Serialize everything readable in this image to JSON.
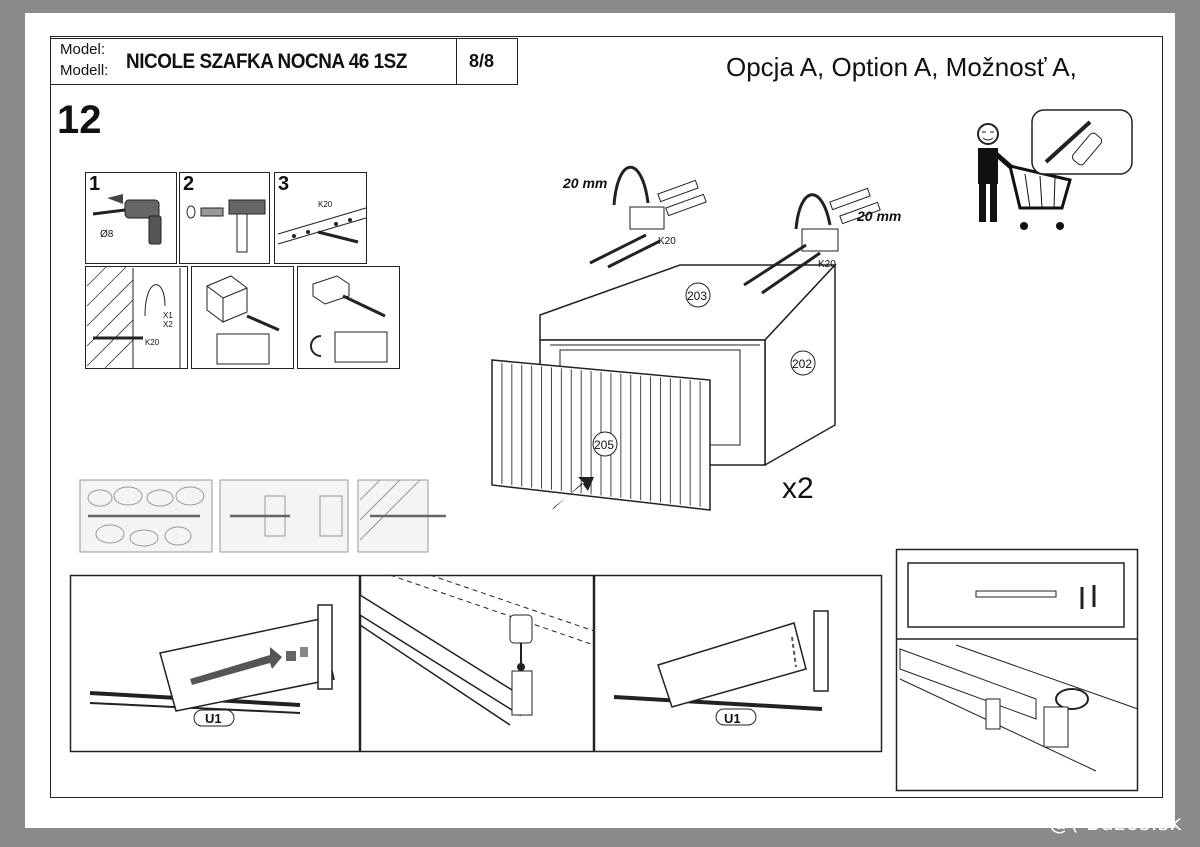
{
  "header": {
    "model_label_1": "Model:",
    "model_label_2": "Modell:",
    "product_name": "NICOLE SZAFKA NOCNA 46 1SZ",
    "page": "8/8",
    "option_text": "Opcja A, Option A, Možnosť A,"
  },
  "step_number": "12",
  "substeps": {
    "s1": "1",
    "s2": "2",
    "s3": "3"
  },
  "labels": {
    "drill_size": "Ø8",
    "k20": "K20",
    "x1": "X1",
    "x2": "X2",
    "dist_20mm": "20 mm",
    "part_203": "203",
    "part_202": "202",
    "part_205": "205",
    "quantity": "x2",
    "u1": "U1"
  },
  "watermark": "@( Bazos.sk",
  "colors": {
    "line": "#222222",
    "background": "#8a8a8a",
    "paper": "#ffffff"
  }
}
